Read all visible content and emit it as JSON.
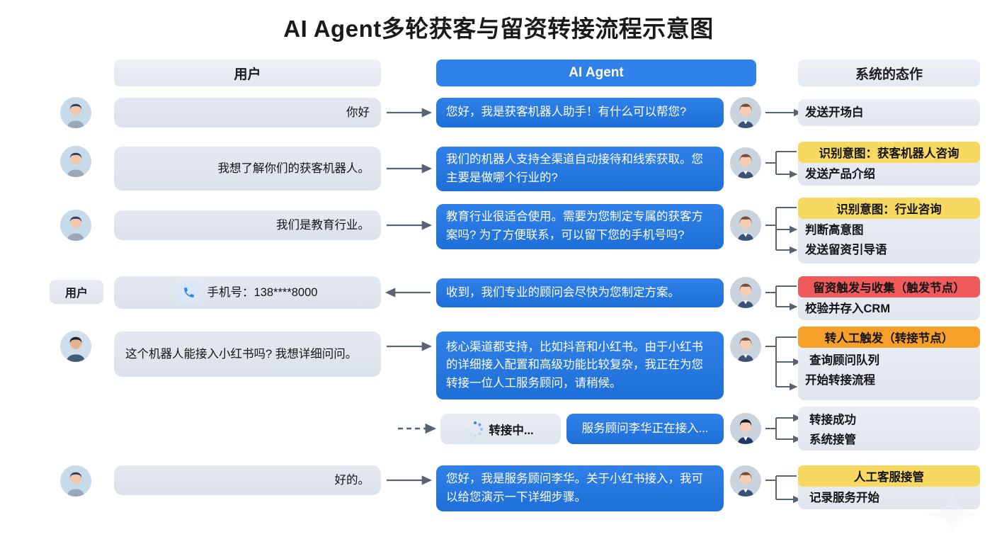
{
  "title": "AI Agent多轮获客与留资转接流程示意图",
  "columns": {
    "user": "用户",
    "agent": "AI Agent",
    "system": "系统的态作"
  },
  "colors": {
    "agent_blue": "#2f80e8",
    "bubble_grey": "#e4e9f1",
    "badge_yellow": "#f7d860",
    "badge_red": "#f05a5a",
    "badge_orange": "#f7a029",
    "arrow_grey": "#5a6470"
  },
  "user_chip_label": "用户",
  "rows": [
    {
      "user_text": "你好",
      "agent_text": "您好，我是获客机器人助手！有什么可以帮您?",
      "arrow": "right",
      "system_items": [
        "发送开场白"
      ],
      "badge": null
    },
    {
      "user_text": "我想了解你们的获客机器人。",
      "agent_text": "我们的机器人支持全渠道自动接待和线索获取。您主要是做哪个行业的?",
      "arrow": "right",
      "system_items": [
        "发送产品介绍"
      ],
      "badge": {
        "label": "识别意图：获客机器人咨询",
        "color": "#f7d860"
      }
    },
    {
      "user_text": "我们是教育行业。",
      "agent_text": "教育行业很适合使用。需要为您制定专属的获客方案吗? 为了方便联系，可以留下您的手机号吗?",
      "arrow": "right",
      "system_items": [
        "判断高意图",
        "发送留资引导语"
      ],
      "badge": {
        "label": "识别意图：行业咨询",
        "color": "#f7d860"
      }
    },
    {
      "user_text": "手机号：138****8000",
      "user_icon": "phone-icon",
      "agent_text": "收到，我们专业的顾问会尽快为您制定方案。",
      "arrow": "left",
      "system_items": [
        "校验并存入CRM"
      ],
      "badge": {
        "label": "留资触发与收集（触发节点）",
        "color": "#f05a5a"
      }
    },
    {
      "user_text": "这个机器人能接入小红书吗? 我想详细问问。",
      "agent_text": "核心渠道都支持，比如抖音和小红书。由于小红书的详细接入配置和高级功能比较复杂，我正在为您转接一位人工服务顾问，请稍候。",
      "arrow": "right",
      "system_items": [
        "查询顾问队列",
        "开始转接流程"
      ],
      "badge": {
        "label": "转人工触发（转接节点）",
        "color": "#f7a029"
      }
    },
    {
      "transfer_pill": "转接中...",
      "transfer_icon": "loading-spinner-icon",
      "agent_text": "服务顾问李华正在接入...",
      "arrow": "dashed-right",
      "system_items": [
        "转接成功",
        "系统接管"
      ],
      "badge": null
    },
    {
      "user_text": "好的。",
      "agent_text": "您好，我是服务顾问李华。关于小红书接入，我可以给您演示一下详细步骤。",
      "arrow": "right",
      "system_items": [
        "记录服务开始"
      ],
      "badge": {
        "label": "人工客服接管",
        "color": "#f7d860"
      }
    }
  ]
}
